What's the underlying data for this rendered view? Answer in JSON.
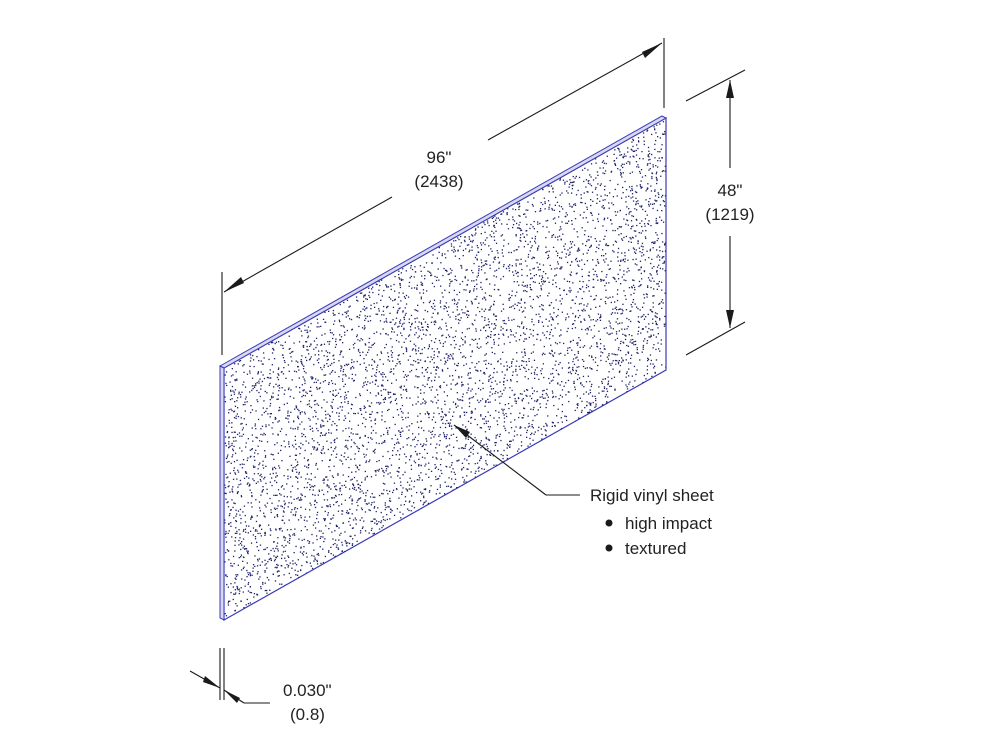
{
  "dimensions": {
    "length": {
      "primary": "96\"",
      "secondary": "(2438)"
    },
    "height": {
      "primary": "48\"",
      "secondary": "(1219)"
    },
    "thickness": {
      "primary": "0.030\"",
      "secondary": "(0.8)"
    }
  },
  "callout": {
    "title": "Rigid vinyl sheet",
    "bullets": [
      "high impact",
      "textured"
    ]
  },
  "colors": {
    "panel_edge": "#3a3ab8",
    "texture_dot": "#1e2266",
    "line": "#1a1a1a"
  }
}
